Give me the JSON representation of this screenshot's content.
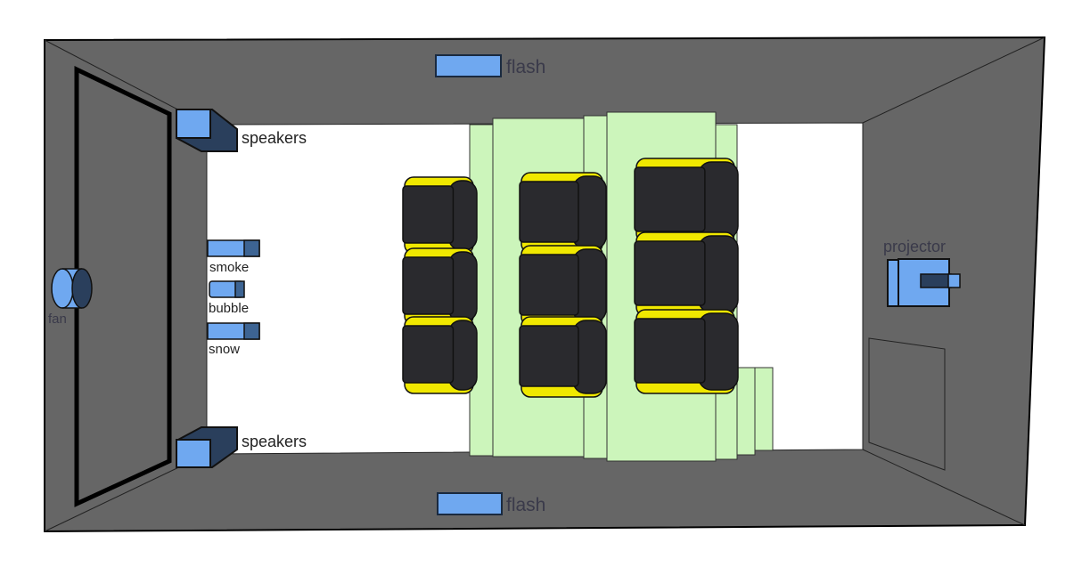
{
  "labels": {
    "flash_top": "flash",
    "flash_bottom": "flash",
    "speakers_top": "speakers",
    "speakers_bottom": "speakers",
    "smoke": "smoke",
    "bubble": "bubble",
    "snow": "snow",
    "fan": "fan",
    "projector": "projector"
  },
  "colors": {
    "wall": "#666666",
    "floor": "#ffffff",
    "device": "#6fa8f0",
    "device_dark": "#2a3f5c",
    "platform": "#ccf5bb",
    "seat": "#2a2a2e",
    "seat_trim": "#f0e800"
  },
  "seating": {
    "rows": 3,
    "seats_per_row": 3
  }
}
